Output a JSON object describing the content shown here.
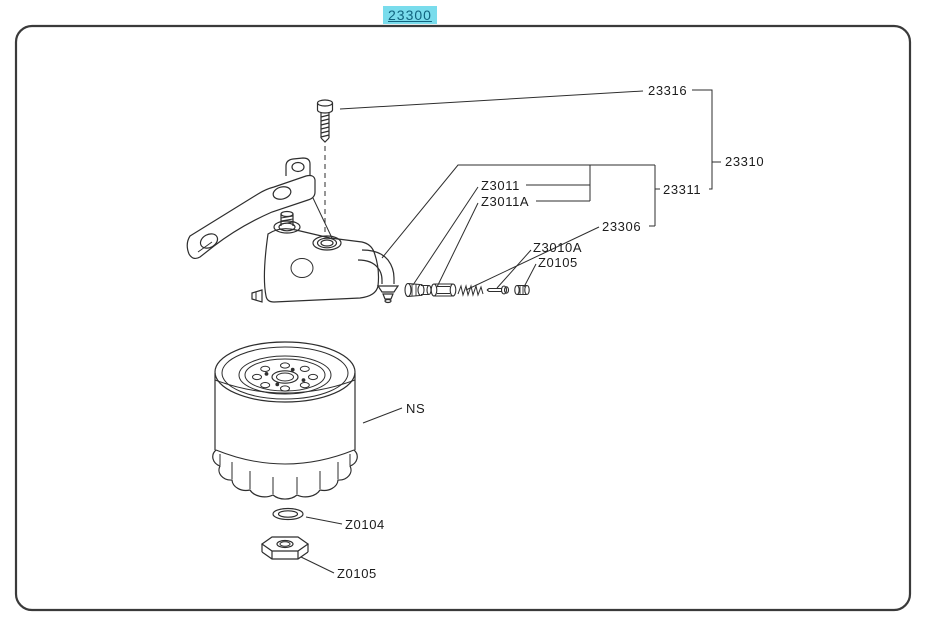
{
  "diagram": {
    "title": "23300",
    "labels": {
      "screw": "23316",
      "assy_group": "23310",
      "holder_group": "23311",
      "z3011": "Z3011",
      "z3011a": "Z3011A",
      "spring": "23306",
      "z3010a": "Z3010A",
      "z0105_plunger": "Z0105",
      "filter_ns": "NS",
      "z0104_oring": "Z0104",
      "z0105_nut": "Z0105"
    },
    "colors": {
      "highlight": "#79dcec",
      "highlight_text": "#11647f",
      "line": "#2e2e2e",
      "border": "#3a3a3a"
    }
  }
}
